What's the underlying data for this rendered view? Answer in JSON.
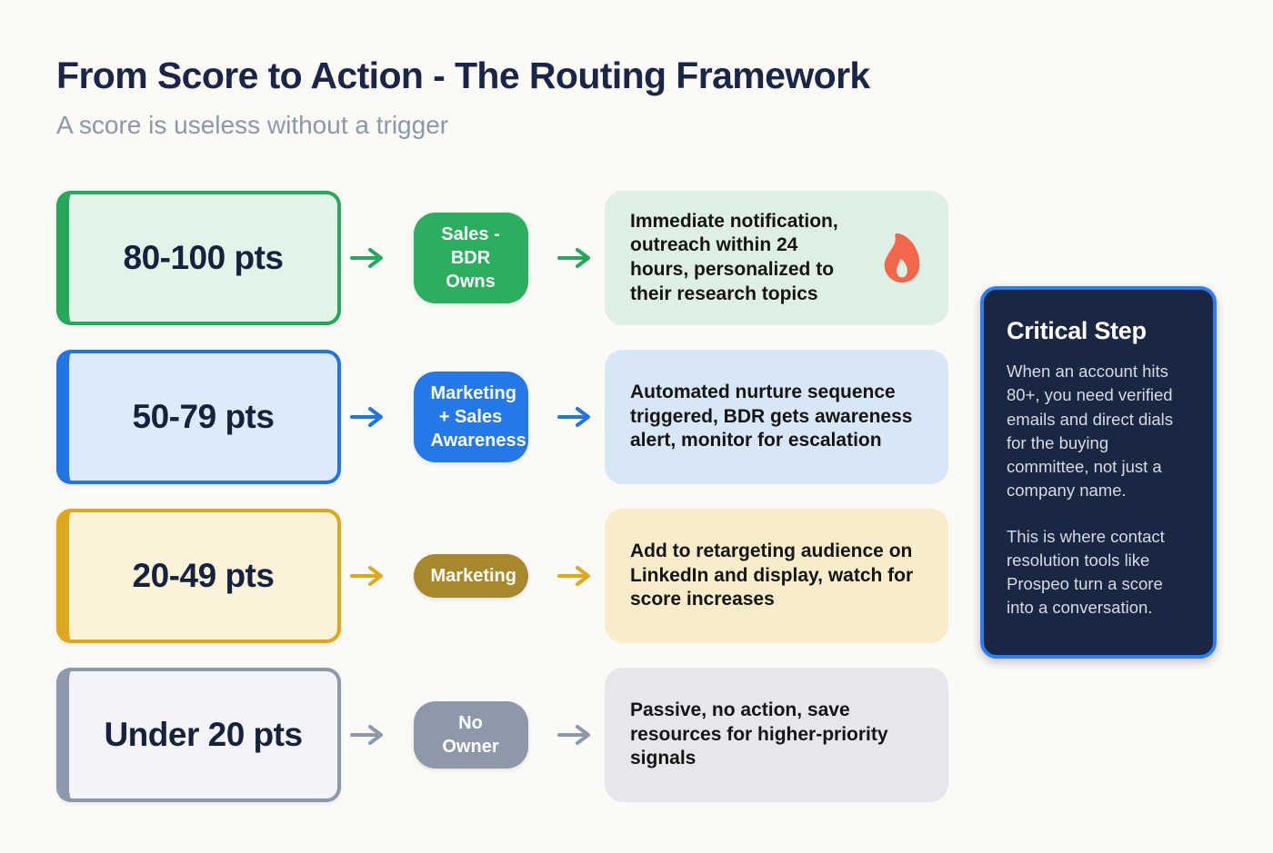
{
  "header": {
    "title": "From Score to Action - The Routing Framework",
    "subtitle": "A score is useless without a trigger"
  },
  "rows": [
    {
      "score": "80-100 pts",
      "owner": "Sales - BDR Owns",
      "action": "Immediate notification, outreach within 24 hours, personalized to their research topics",
      "colors": {
        "accent": "#26a75c",
        "fill": "#e2f3e8",
        "pill": "#2cae5f",
        "action_bg": "#def0e3"
      }
    },
    {
      "score": "50-79 pts",
      "owner": "Marketing + Sales Awareness",
      "action": "Automated nurture sequence triggered, BDR gets awareness alert, monitor for escalation",
      "colors": {
        "accent": "#2374e3",
        "fill": "#dceafa",
        "pill": "#2478e8",
        "action_bg": "#d8e7f8"
      }
    },
    {
      "score": "20-49 pts",
      "owner": "Marketing",
      "action": "Add to retargeting audience on LinkedIn and display, watch for score increases",
      "colors": {
        "accent": "#dfa71b",
        "fill": "#fbf2da",
        "pill": "#a9882c",
        "action_bg": "#f8edc8"
      }
    },
    {
      "score": "Under 20 pts",
      "owner": "No Owner",
      "action": "Passive, no action, save resources for higher-priority signals",
      "colors": {
        "accent": "#8d99a9",
        "fill": "#f3f4f7",
        "pill": "#8d99a9",
        "action_bg": "#e5e7ec"
      }
    }
  ],
  "icons": {
    "flame": {
      "name": "flame-icon",
      "color": "#f3684a"
    }
  },
  "sidebar": {
    "title": "Critical Step",
    "paragraphs": [
      "When an account hits 80+, you need verified emails and direct dials for the buying committee, not just a company name.",
      "This is where contact resolution tools like Prospeo turn a score into a conversation."
    ]
  }
}
